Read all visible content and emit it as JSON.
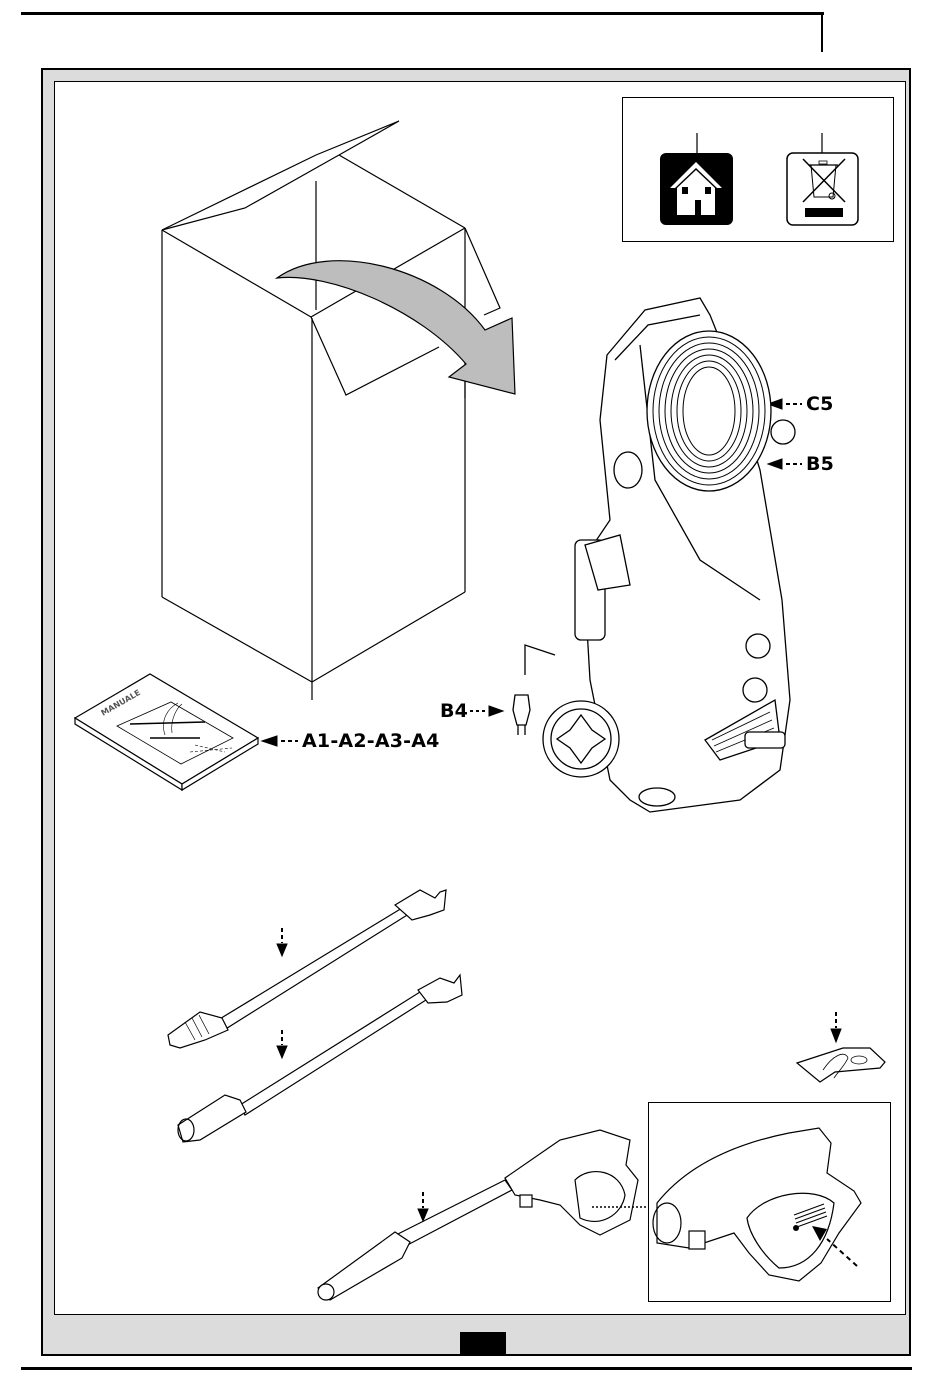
{
  "page": {
    "type": "assembly-instructions-figure"
  },
  "symbols": {
    "items": [
      {
        "name": "indoor-use-house-symbol"
      },
      {
        "name": "weee-crossed-bin-symbol"
      }
    ]
  },
  "callouts": {
    "manual": "A1-A2-A3-A4",
    "plug": "B4",
    "hose_reel_top": "C5",
    "hose_reel_bottom": "B5"
  },
  "manual_cover": {
    "title": "MANUALE"
  },
  "colors": {
    "frame_gray": "#dcdcdc",
    "arrow_gray": "#bdbdbd",
    "ink": "#000000"
  }
}
